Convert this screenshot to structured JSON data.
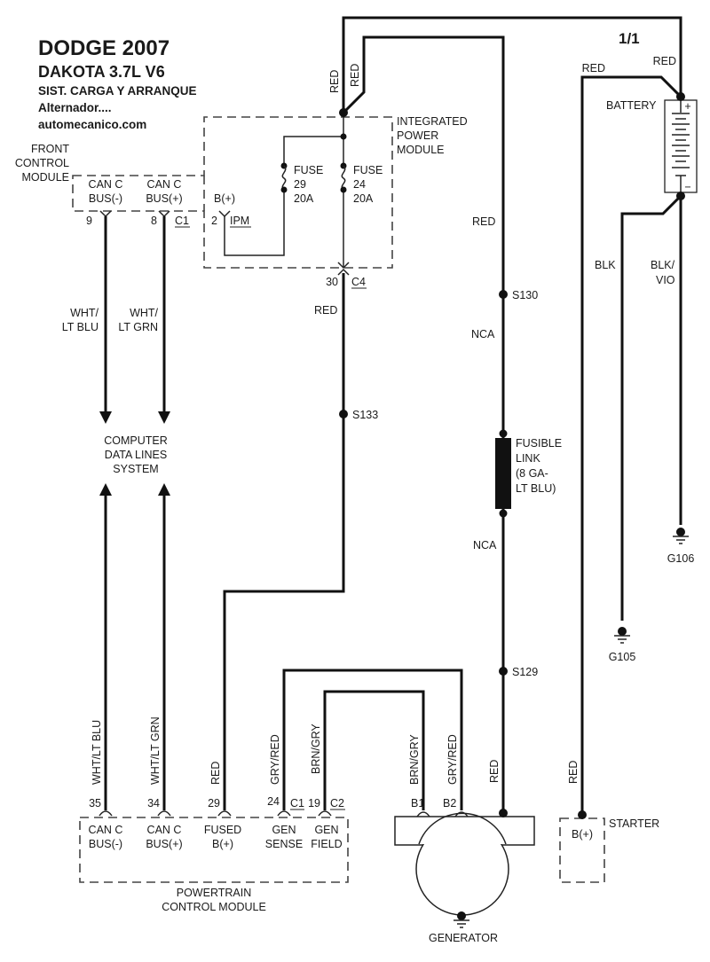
{
  "header": {
    "title": "DODGE 2007",
    "model": "DAKOTA  3.7L  V6",
    "system": "SIST. CARGA Y ARRANQUE",
    "subject": "Alternador....",
    "site": "automecanico.com",
    "page": "1/1"
  },
  "front_control_module": {
    "name_lines": [
      "FRONT",
      "CONTROL",
      "MODULE"
    ],
    "pins": [
      {
        "label_lines": [
          "CAN C",
          "BUS(-)"
        ],
        "pin": "9"
      },
      {
        "label_lines": [
          "CAN C",
          "BUS(+)"
        ],
        "pin": "8",
        "connector": "C1"
      }
    ],
    "ipm_pin": {
      "label": "B(+)",
      "pin": "2",
      "connector": "IPM"
    }
  },
  "integrated_power_module": {
    "name_lines": [
      "INTEGRATED",
      "POWER",
      "MODULE"
    ],
    "fuses": [
      {
        "lines": [
          "FUSE",
          "29",
          "20A"
        ]
      },
      {
        "lines": [
          "FUSE",
          "24",
          "20A"
        ]
      }
    ],
    "output_pin": "30",
    "output_connector": "C4"
  },
  "battery": {
    "label": "BATTERY",
    "plus": "+",
    "minus": "−"
  },
  "wires": {
    "red": "RED",
    "nca": "NCA",
    "blk": "BLK",
    "blk_vio": [
      "BLK/",
      "VIO"
    ],
    "wht_lt_blu": [
      "WHT/",
      "LT BLU"
    ],
    "wht_lt_grn": [
      "WHT/",
      "LT GRN"
    ],
    "wht_lt_blu_v": "WHT/LT BLU",
    "wht_lt_grn_v": "WHT/LT GRN",
    "gry_red": "GRY/RED",
    "brn_gry": "BRN/GRY"
  },
  "splices": {
    "s130": "S130",
    "s133": "S133",
    "s129": "S129"
  },
  "fusible_link": {
    "lines": [
      "FUSIBLE",
      "LINK",
      "(8 GA-",
      "LT BLU)"
    ]
  },
  "grounds": {
    "g105": "G105",
    "g106": "G106"
  },
  "computer_data_lines": {
    "lines": [
      "COMPUTER",
      "DATA LINES",
      "SYSTEM"
    ]
  },
  "pcm": {
    "name_lines": [
      "POWERTRAIN",
      "CONTROL MODULE"
    ],
    "pins": [
      {
        "pin": "35",
        "label_lines": [
          "CAN C",
          "BUS(-)"
        ]
      },
      {
        "pin": "34",
        "label_lines": [
          "CAN C",
          "BUS(+)"
        ]
      },
      {
        "pin": "29",
        "label_lines": [
          "FUSED",
          "B(+)"
        ]
      },
      {
        "pin": "24",
        "label_lines": [
          "GEN",
          "SENSE"
        ],
        "connector": "C1"
      },
      {
        "pin": "19",
        "label_lines": [
          "GEN",
          "FIELD"
        ],
        "connector": "C2"
      }
    ]
  },
  "generator": {
    "label": "GENERATOR",
    "pin_b1": "B1",
    "pin_b2": "B2"
  },
  "starter": {
    "label": "STARTER",
    "pin": "B(+)"
  }
}
